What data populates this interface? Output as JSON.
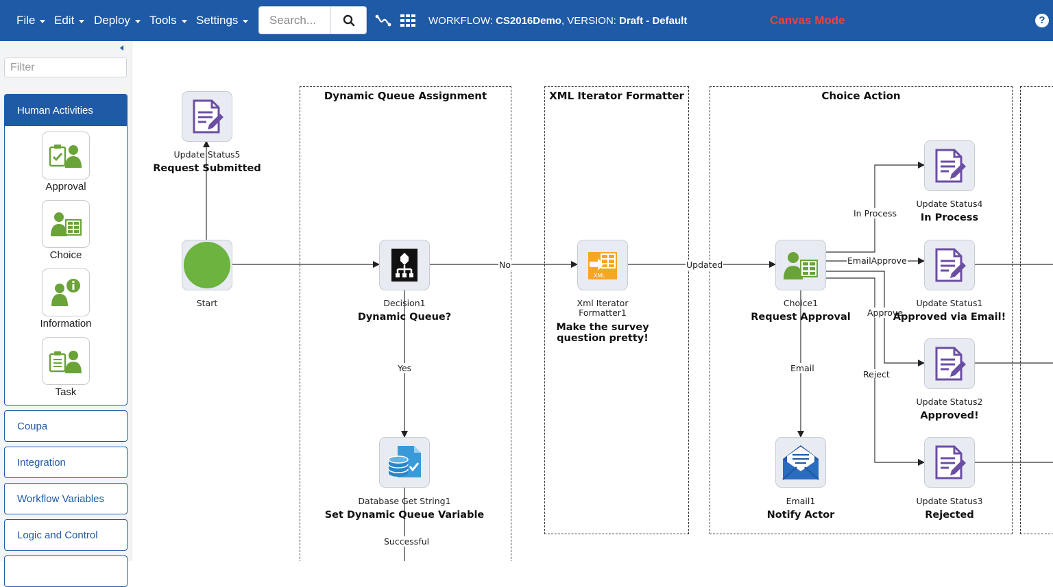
{
  "topbar": {
    "menus": [
      {
        "label": "File"
      },
      {
        "label": "Edit"
      },
      {
        "label": "Deploy"
      },
      {
        "label": "Tools"
      },
      {
        "label": "Settings"
      }
    ],
    "search_placeholder": "Search...",
    "workflow_prefix": "WORKFLOW: ",
    "workflow_name": "CS2016Demo",
    "version_prefix": ", VERSION: ",
    "version_value": "Draft - Default",
    "mode": "Canvas Mode",
    "help": "?"
  },
  "sidebar": {
    "filter_placeholder": "Filter",
    "group": {
      "title": "Human Activities",
      "items": [
        {
          "label": "Approval",
          "icon": "approval-icon"
        },
        {
          "label": "Choice",
          "icon": "choice-icon"
        },
        {
          "label": "Information",
          "icon": "information-icon"
        },
        {
          "label": "Task",
          "icon": "task-icon"
        }
      ]
    },
    "categories": [
      {
        "label": "Coupa"
      },
      {
        "label": "Integration"
      },
      {
        "label": "Workflow Variables"
      },
      {
        "label": "Logic and Control"
      }
    ]
  },
  "canvas": {
    "lanes": [
      {
        "title": "Dynamic Queue Assignment"
      },
      {
        "title": "XML Iterator Formatter"
      },
      {
        "title": "Choice Action"
      }
    ],
    "nodes": {
      "update_status5": {
        "name": "Update Status5",
        "desc": "Request Submitted",
        "icon": "document-edit-icon"
      },
      "start": {
        "name": "Start",
        "desc": "",
        "icon": "start-circle-icon"
      },
      "decision1": {
        "name": "Decision1",
        "desc": "Dynamic Queue?",
        "icon": "decision-icon"
      },
      "db_get_string1": {
        "name": "Database Get String1",
        "desc": "Set Dynamic Queue Variable",
        "icon": "database-icon"
      },
      "xml_iterator": {
        "name": "Xml Iterator Formatter1",
        "desc": "Make the survey question pretty!",
        "icon": "xml-icon"
      },
      "choice1": {
        "name": "Choice1",
        "desc": "Request Approval",
        "icon": "choice-icon"
      },
      "email1": {
        "name": "Email1",
        "desc": "Notify Actor",
        "icon": "email-icon"
      },
      "update_status4": {
        "name": "Update Status4",
        "desc": "In Process",
        "icon": "document-edit-icon"
      },
      "update_status1": {
        "name": "Update Status1",
        "desc": "Approved via Email!",
        "icon": "document-edit-icon"
      },
      "update_status2": {
        "name": "Update Status2",
        "desc": "Approved!",
        "icon": "document-edit-icon"
      },
      "update_status3": {
        "name": "Update Status3",
        "desc": "Rejected",
        "icon": "document-edit-icon"
      }
    },
    "edge_labels": {
      "no": "No",
      "yes": "Yes",
      "successful": "Successful",
      "updated": "Updated",
      "in_process": "In Process",
      "email_approve": "EmailApprove",
      "approve": "Approve",
      "reject": "Reject",
      "email": "Email"
    }
  }
}
